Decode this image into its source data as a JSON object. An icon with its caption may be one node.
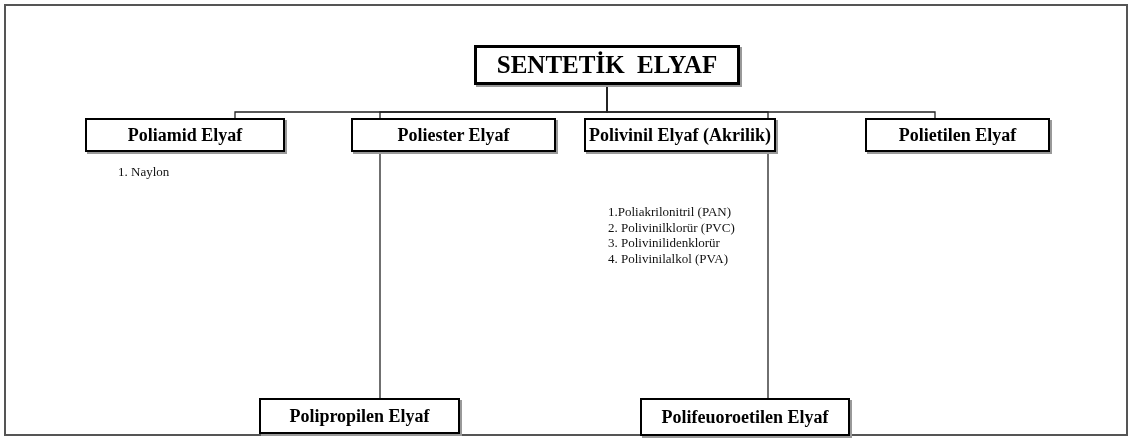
{
  "diagram": {
    "nodes": [
      {
        "text": [
          "SENTETİK  ELYAF"
        ]
      },
      {
        "text": [
          "Poliamid Elyaf"
        ],
        "beside": [
          "1. Naylon"
        ]
      },
      {
        "text": [
          "Poliester Elyaf"
        ]
      },
      {
        "text": [
          "Polivinil Elyaf (Akrilik)"
        ],
        "beside": [
          "1.Poliakrilonitril (PAN)",
          "2. Polivinilklorür (PVC)",
          "3. Polivinilidenklorür",
          "4. Polivinilalkol (PVA)"
        ]
      },
      {
        "text": [
          "Polietilen Elyaf"
        ]
      },
      {
        "text": [
          "Polipropilen Elyaf"
        ]
      },
      {
        "text": [
          "Polifeuoroetilen Elyaf"
        ]
      }
    ],
    "edges": [
      {
        "from": 0,
        "to": 1,
        "arrow": "none"
      },
      {
        "from": 0,
        "to": 2,
        "arrow": "none"
      },
      {
        "from": 0,
        "to": 3,
        "arrow": "none"
      },
      {
        "from": 0,
        "to": 4,
        "arrow": "none"
      },
      {
        "from": 2,
        "to": 5,
        "arrow": "none"
      },
      {
        "from": 3,
        "to": 6,
        "arrow": "none"
      }
    ]
  }
}
